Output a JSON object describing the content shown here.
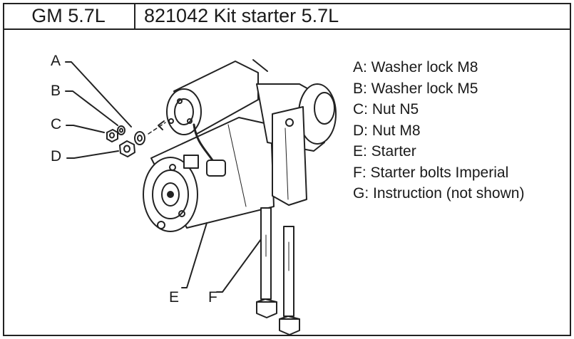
{
  "header": {
    "engine": "GM 5.7L",
    "title": "821042 Kit starter 5.7L"
  },
  "callouts": {
    "A": "A",
    "B": "B",
    "C": "C",
    "D": "D",
    "E": "E",
    "F": "F"
  },
  "legend": [
    "A: Washer lock M8",
    "B: Washer lock M5",
    "C: Nut N5",
    "D: Nut M8",
    "E: Starter",
    "F: Starter bolts Imperial",
    "G: Instruction (not shown)"
  ]
}
